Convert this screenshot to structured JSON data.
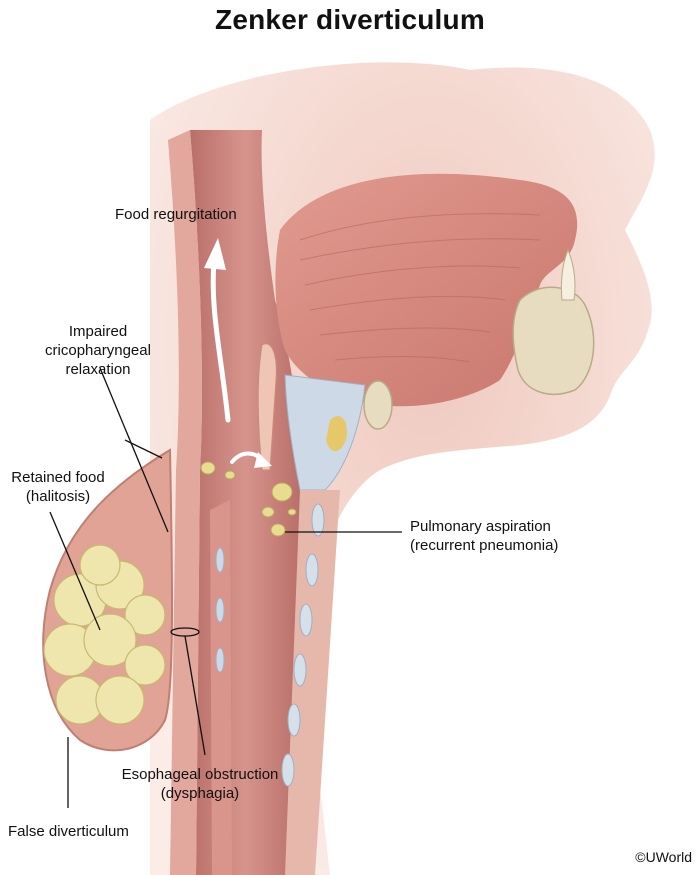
{
  "title": "Zenker diverticulum",
  "labels": {
    "food_regurgitation": "Food regurgitation",
    "impaired_line1": "Impaired",
    "impaired_line2": "cricopharyngeal",
    "impaired_line3": "relaxation",
    "retained_line1": "Retained food",
    "retained_line2": "(halitosis)",
    "aspiration_line1": "Pulmonary aspiration",
    "aspiration_line2": "(recurrent pneumonia)",
    "obstruction_line1": "Esophageal obstruction",
    "obstruction_line2": "(dysphagia)",
    "false_diverticulum": "False diverticulum"
  },
  "copyright": "©UWorld",
  "colors": {
    "skin": "#f3d8cf",
    "tissue": "#e7a89c",
    "lumen": "#c9847c",
    "muscle": "#d8877c",
    "bone": "#e8dcc0",
    "food": "#efe6ad",
    "cartilage": "#cdd9e6"
  }
}
